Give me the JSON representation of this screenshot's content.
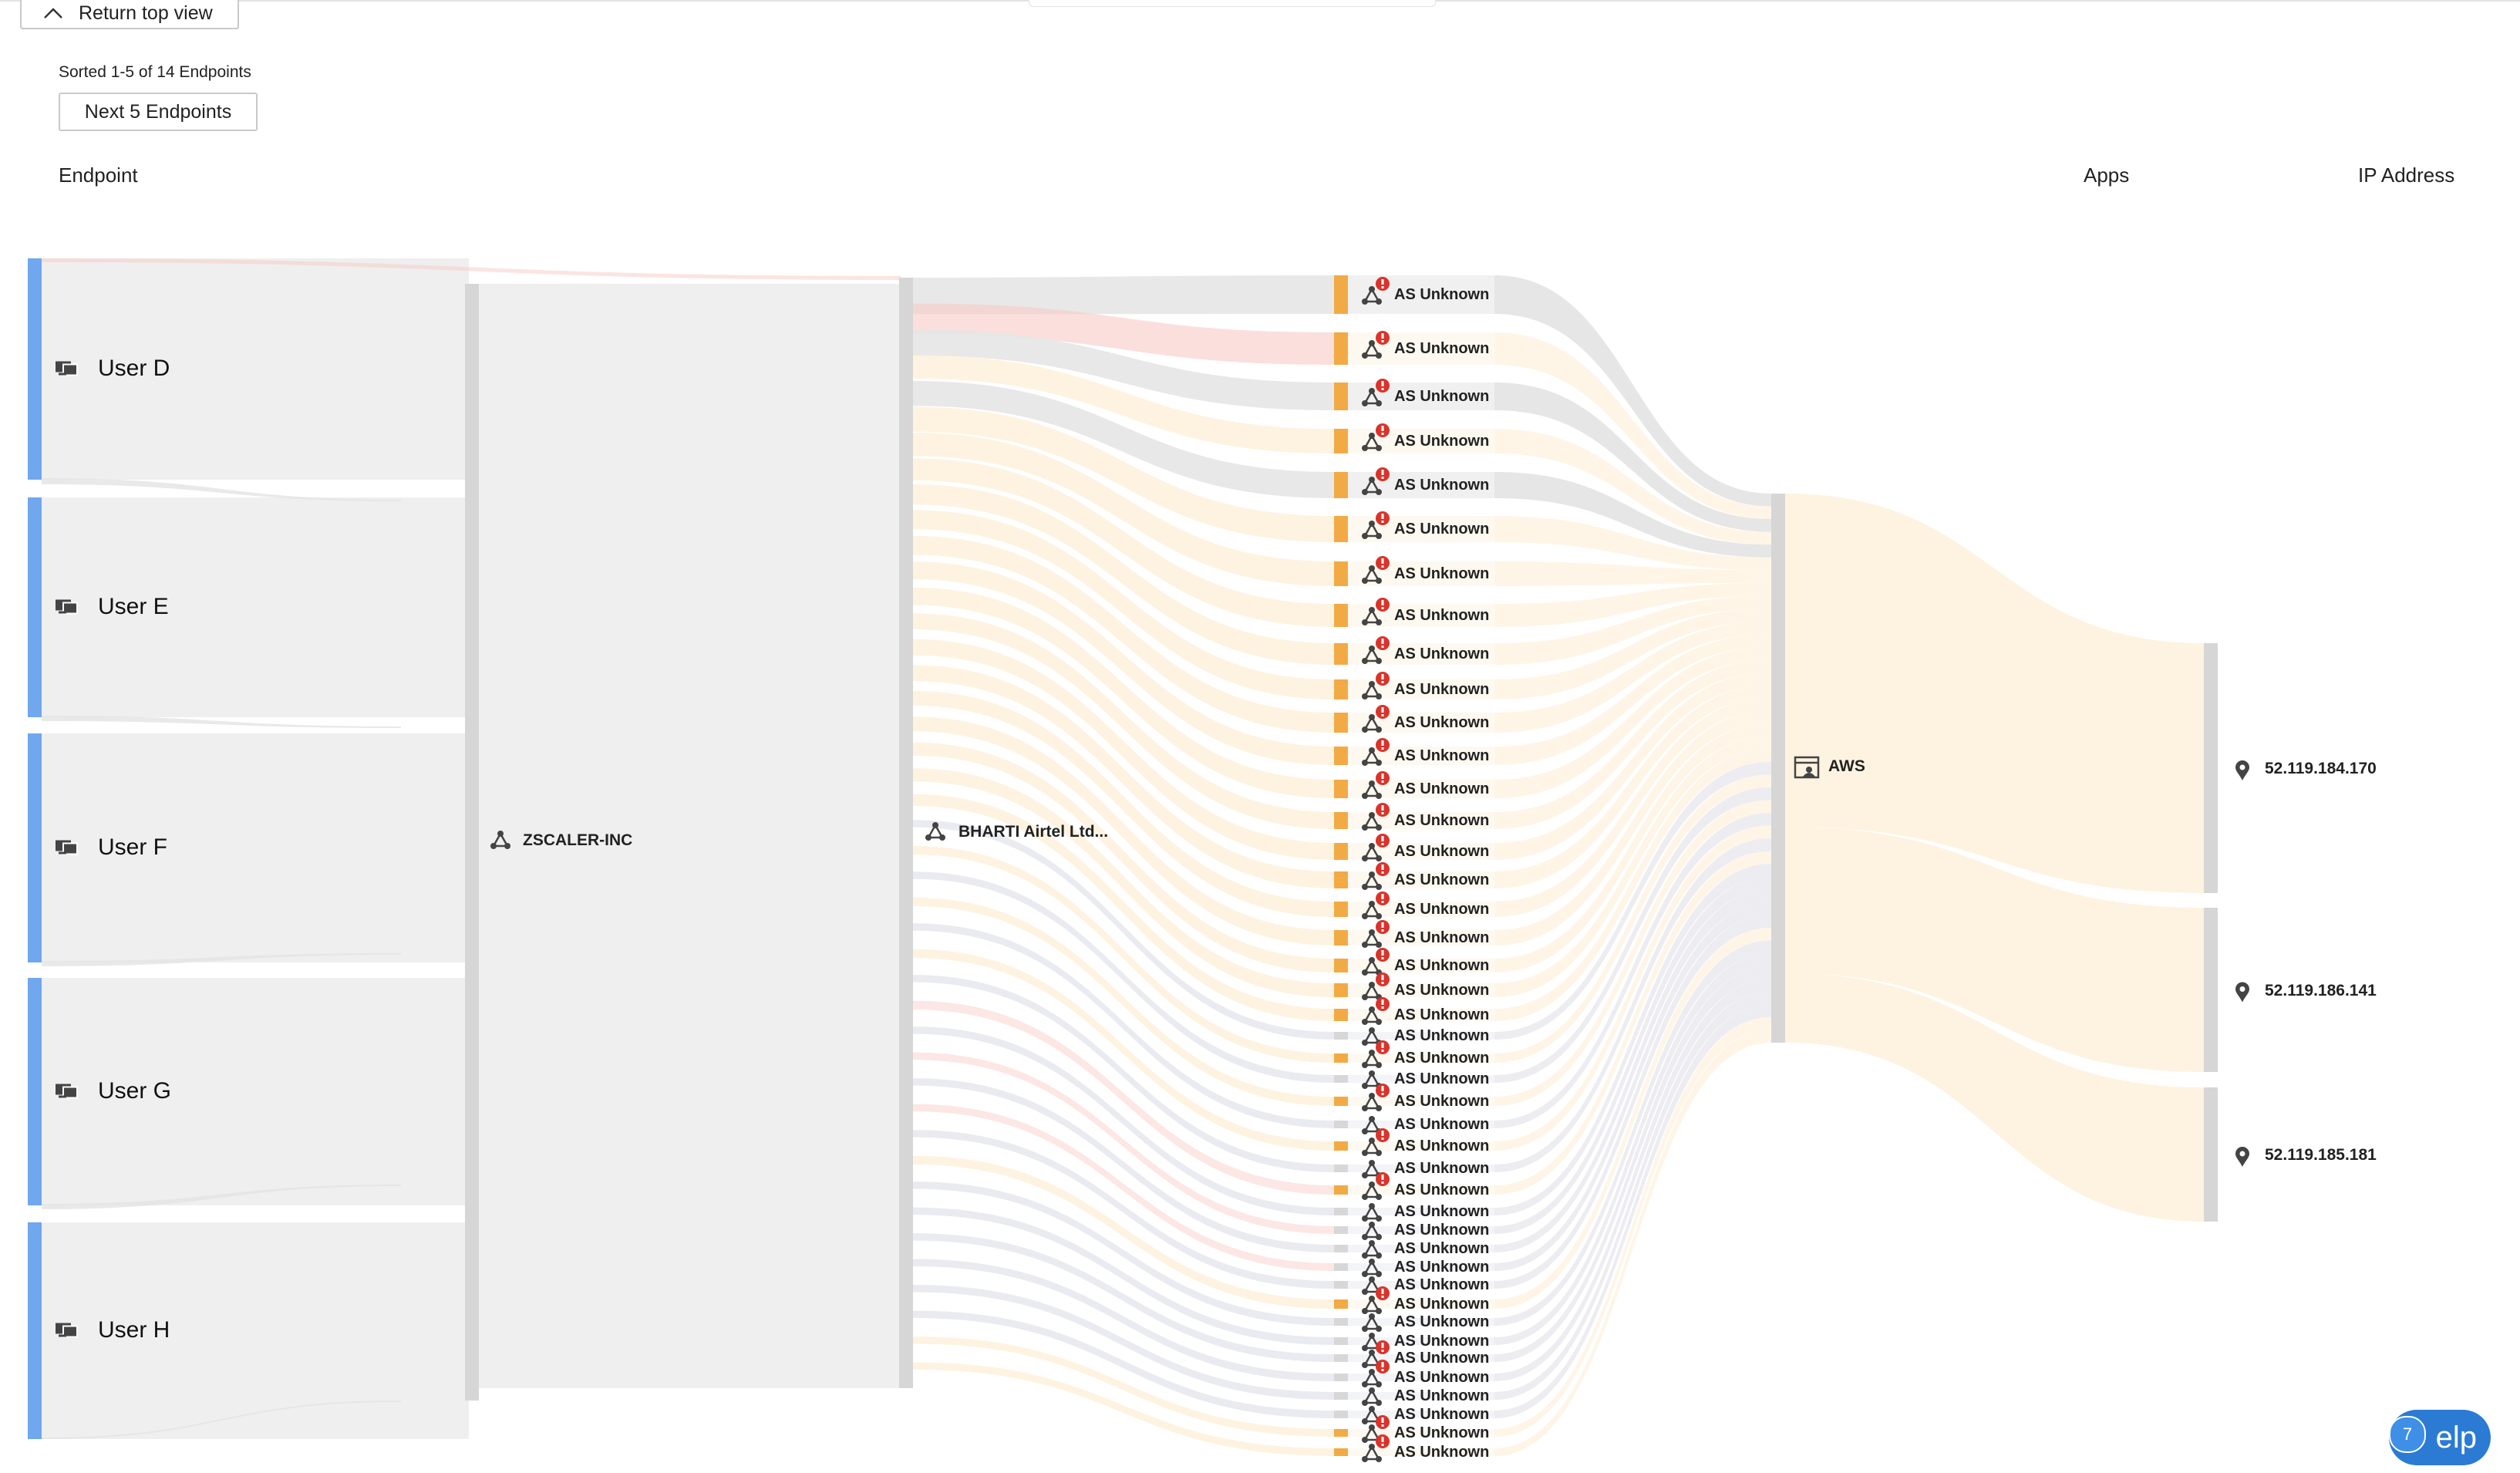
{
  "toolbar": {
    "return_label": "Return top view",
    "sorted_text": "Sorted 1-5 of 14 Endpoints",
    "next_label": "Next 5 Endpoints"
  },
  "columns": {
    "endpoint": "Endpoint",
    "apps": "Apps",
    "ip_address": "IP Address"
  },
  "endpoints": [
    "User D",
    "User E",
    "User F",
    "User G",
    "User H"
  ],
  "networks": {
    "zscaler": "ZSCALER-INC",
    "bharti": "BHARTI Airtel Ltd..."
  },
  "as_node_label": "AS Unknown",
  "as_node_count": 46,
  "app": "AWS",
  "ip_addresses": [
    "52.119.184.170",
    "52.119.186.141",
    "52.119.185.181"
  ],
  "help": {
    "label": "Help",
    "badge": "7"
  },
  "colors": {
    "endpoint_bar": "#6fa8ee",
    "node_bar": "#d6d6d6",
    "flow_gray": "#e6e6e6",
    "flow_orange": "#fde9c9",
    "flow_red": "#f8c9c4",
    "as_bar_orange": "#f2aa45",
    "as_bar_gray": "#d7d7d7",
    "alert_red": "#d9342b"
  }
}
